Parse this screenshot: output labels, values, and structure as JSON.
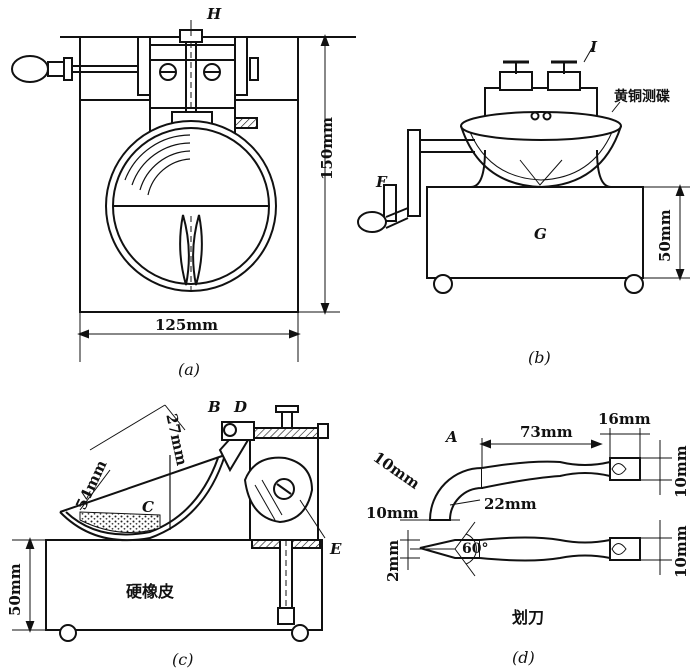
{
  "panel_a": {
    "caption": "(a)",
    "label_H": "H",
    "dim_width": "125mm",
    "dim_height": "150mm"
  },
  "panel_b": {
    "caption": "(b)",
    "label_I": "I",
    "label_F": "F",
    "label_G": "G",
    "dim_height": "50mm",
    "brass_dish_label": "黄铜测碟"
  },
  "panel_c": {
    "caption": "(c)",
    "label_B": "B",
    "label_D": "D",
    "label_C": "C",
    "label_E": "E",
    "dim_54": "54mm",
    "dim_27": "27mm",
    "dim_height": "50mm",
    "base_label": "硬橡皮"
  },
  "panel_d": {
    "caption": "(d)",
    "label_A": "A",
    "dim_73": "73mm",
    "dim_16": "16mm",
    "dim_10_arc": "10mm",
    "dim_22": "22mm",
    "dim_10_left": "10mm",
    "dim_10_right_top": "10mm",
    "dim_10_right_bottom": "10mm",
    "dim_2": "2mm",
    "angle": "60°",
    "tool_label": "划刀"
  }
}
